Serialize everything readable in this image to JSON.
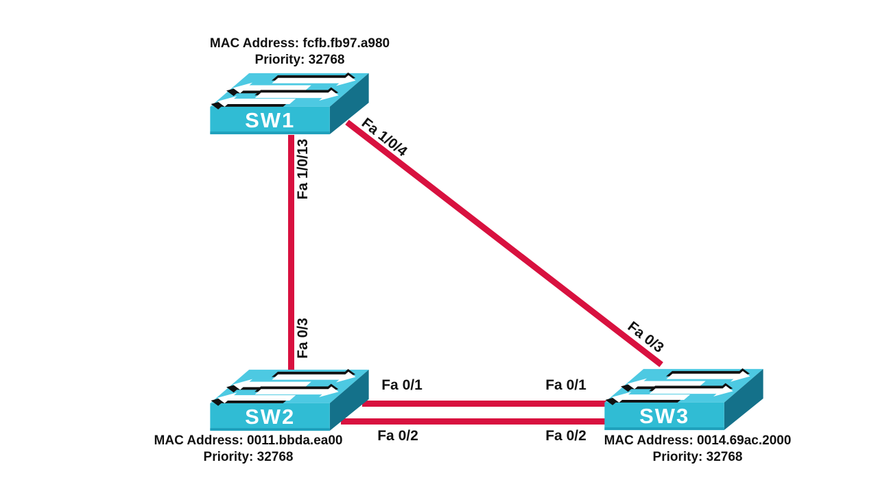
{
  "switches": [
    {
      "name": "SW1",
      "mac_label": "MAC Address: fcfb.fb97.a980",
      "priority_label": "Priority: 32768"
    },
    {
      "name": "SW2",
      "mac_label": "MAC Address: 0011.bbda.ea00",
      "priority_label": "Priority: 32768"
    },
    {
      "name": "SW3",
      "mac_label": "MAC Address: 0014.69ac.2000",
      "priority_label": "Priority: 32768"
    }
  ],
  "links": [
    {
      "from": "SW1",
      "to": "SW2",
      "from_port": "Fa 1/0/13",
      "to_port": "Fa 0/3"
    },
    {
      "from": "SW1",
      "to": "SW3",
      "from_port": "Fa 1/0/4",
      "to_port": "Fa 0/3"
    },
    {
      "from": "SW2",
      "to": "SW3",
      "from_port": "Fa 0/1",
      "to_port": "Fa 0/1"
    },
    {
      "from": "SW2",
      "to": "SW3",
      "from_port": "Fa 0/2",
      "to_port": "Fa 0/2"
    }
  ],
  "colors": {
    "background": "#ffffff",
    "link": "#d8113f",
    "switch_top": "#4dc9e2",
    "switch_front": "#30bcd4",
    "switch_front_shade": "#1fa0bc",
    "switch_side": "#14718a",
    "switch_label": "#ffffff",
    "arrow_fill": "#ffffff",
    "arrow_shadow": "#111111",
    "text": "#111111"
  }
}
